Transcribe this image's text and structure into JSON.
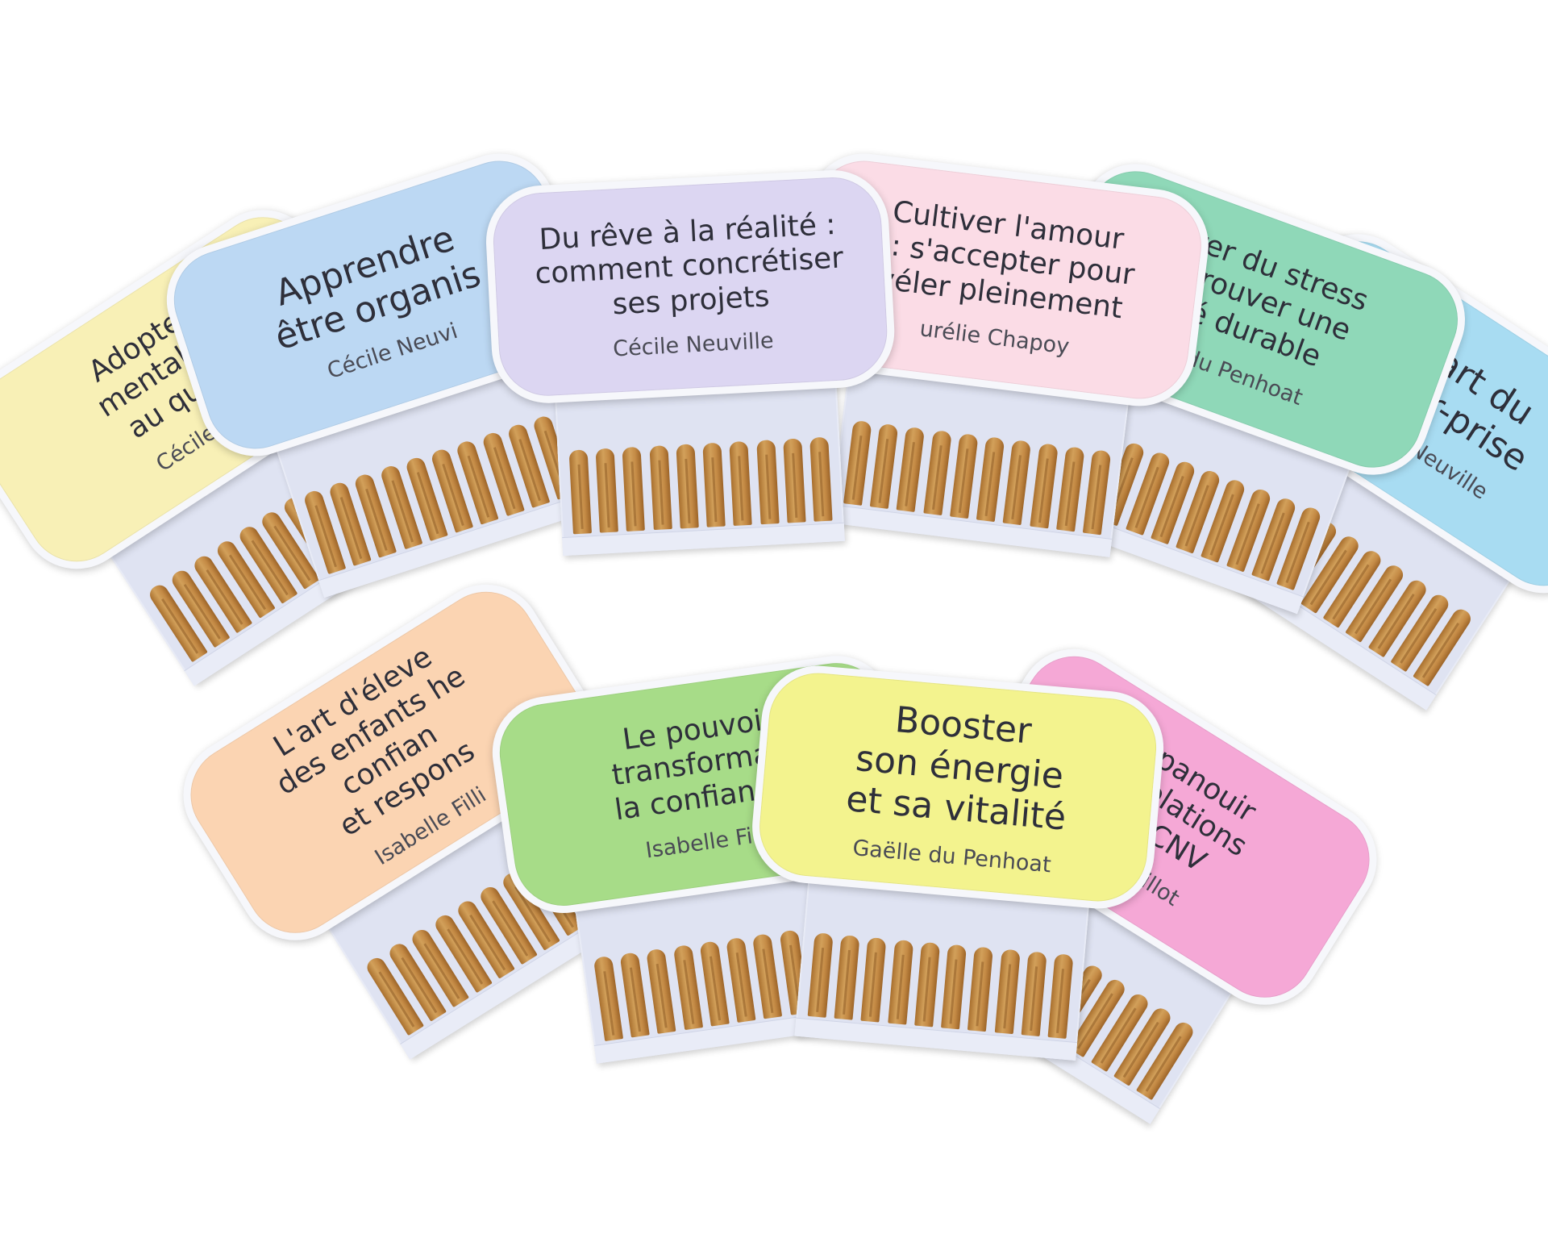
{
  "cards": [
    {
      "id": "adopter",
      "title": "Adopter\nmentalité\nau quot",
      "author": "Cécile Ne",
      "color": "#f8f0b6"
    },
    {
      "id": "eleve",
      "title": "L'art d'éleve\ndes enfants he\nconfian\net respons",
      "author": "Isabelle Filli",
      "color": "#fbd4b2"
    },
    {
      "id": "apprendre",
      "title": "Apprendre\nêtre organis",
      "author": "Cécile Neuvi",
      "color": "#bcd8f3"
    },
    {
      "id": "lacher-prise",
      "title": "L'art du\ncher-prise",
      "author": "écile Neuville",
      "color": "#a8dcf2"
    },
    {
      "id": "stress",
      "title": "érer du stress\netrouver une\nté durable",
      "author": "e du Penhoat",
      "color": "#8fd8b8"
    },
    {
      "id": "epanouir",
      "title": "épanouir\ns relations\nla CNV",
      "author": "ce Millot",
      "color": "#f5a8d6"
    },
    {
      "id": "reve",
      "title": "Du rêve à la réalité :\ncomment concrétiser\nses projets",
      "author": "Cécile Neuville",
      "color": "#dcd6f2"
    },
    {
      "id": "cultiver",
      "title": "Cultiver l'amour\ni : s'accepter pour\nvéler pleinement",
      "author": "urélie Chapoy",
      "color": "#fbdce6"
    },
    {
      "id": "pouvoir",
      "title": "Le pouvoi\ntransformat\nla confiance",
      "author": "Isabelle Filli",
      "color": "#a7dc88"
    },
    {
      "id": "booster",
      "title": "Booster\nson énergie\net sa vitalité",
      "author": "Gaëlle du Penhoat",
      "color": "#f3f38e"
    }
  ]
}
